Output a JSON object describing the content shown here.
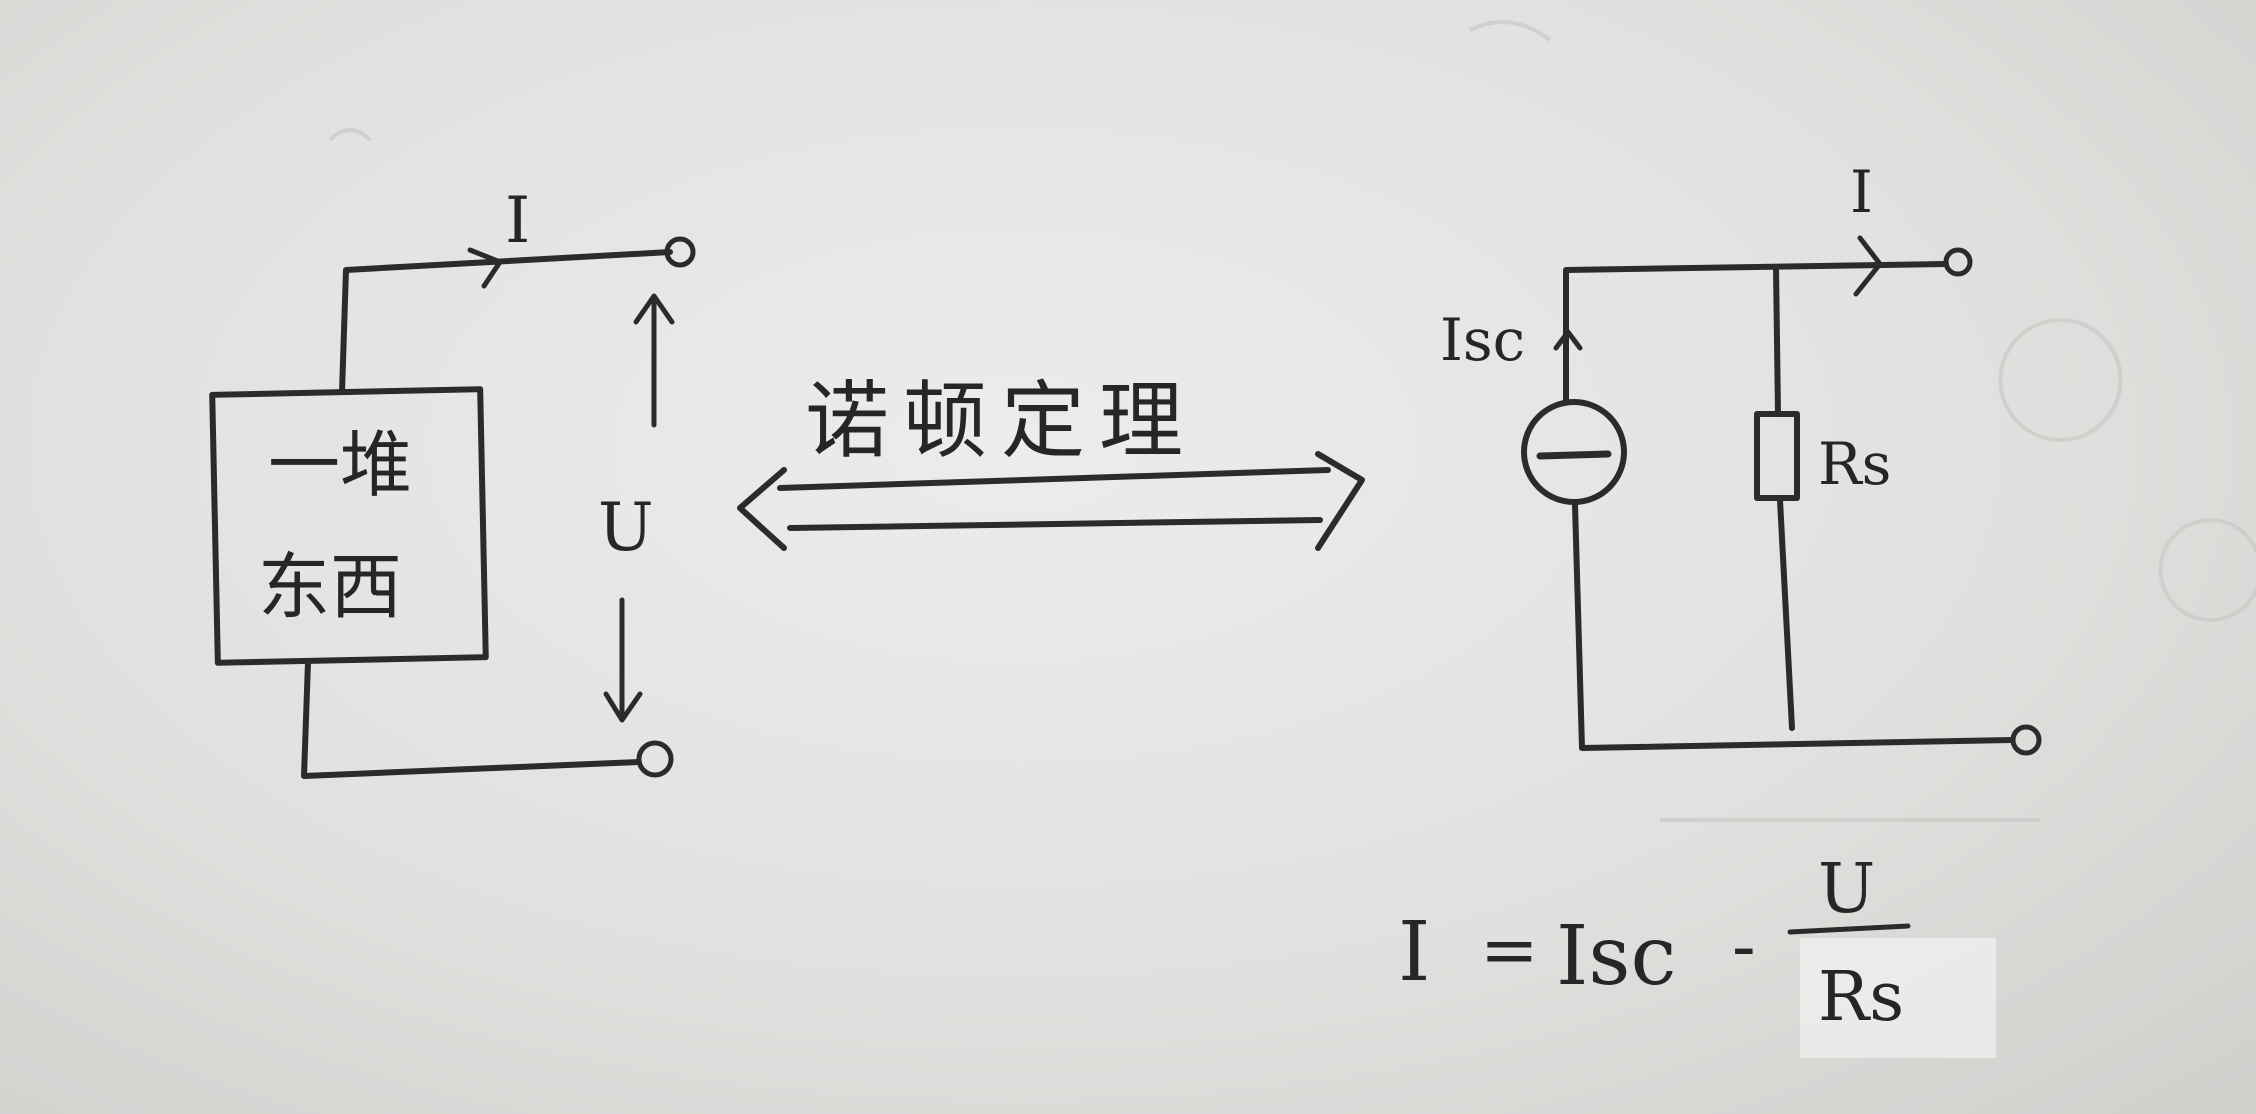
{
  "left_circuit": {
    "box_line1": "一堆",
    "box_line2": "东西",
    "current_label": "I",
    "voltage_label": "U"
  },
  "theorem": {
    "label": "诺顿定理"
  },
  "right_circuit": {
    "current_label": "I",
    "source_label": "Isc",
    "resistor_label": "Rs"
  },
  "equation": {
    "lhs": "I",
    "equals": "=",
    "term": "Isc",
    "minus": "-",
    "numerator": "U",
    "denominator": "Rs"
  }
}
